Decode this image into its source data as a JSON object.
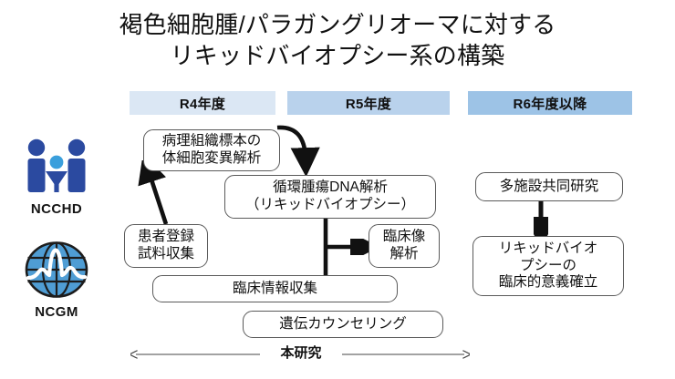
{
  "title": "褐色細胞腫/パラガングリオーマに対する\nリキッドバイオプシー系の構築",
  "phases": [
    {
      "label": "R4年度",
      "color": "#dbe7f4"
    },
    {
      "label": "R5年度",
      "color": "#b9d2ec"
    },
    {
      "label": "R6年度以降",
      "color": "#9dc3e6"
    }
  ],
  "logos": [
    {
      "name": "ncchd-logo",
      "caption": "NCCHD",
      "primary_color": "#2b4aa0",
      "accent_color": "#3a9fdc"
    },
    {
      "name": "ncgm-logo",
      "caption": "NCGM",
      "primary_color": "#4f9dd4",
      "accent_color": "#1c1c1c"
    }
  ],
  "boxes": {
    "pathology": "病理組織標本の\n体細胞変異解析",
    "ctdna": "循環腫瘍DNA解析\n（リキッドバイオプシー）",
    "registry": "患者登録\n試料収集",
    "clinical_image": "臨床像\n解析",
    "clinical_info": "臨床情報収集",
    "counseling": "遺伝カウンセリング",
    "multicenter": "多施設共同研究",
    "impact": "リキッドバイオ\nプシーの\n臨床的意義確立"
  },
  "scope": {
    "label": "本研究"
  }
}
